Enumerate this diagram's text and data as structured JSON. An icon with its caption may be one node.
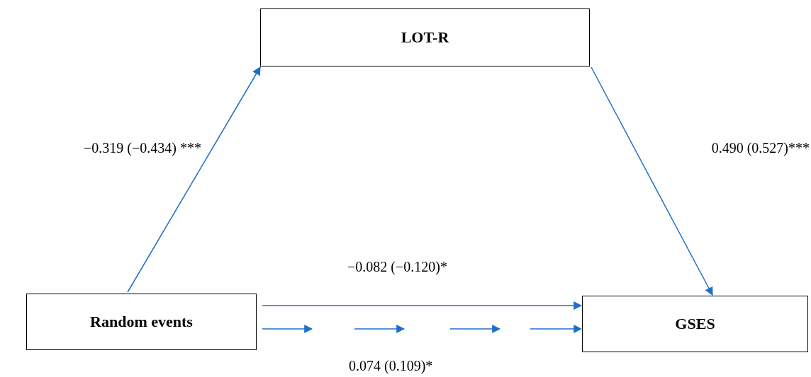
{
  "diagram": {
    "nodes": [
      {
        "text": [
          "LOT-R"
        ]
      },
      {
        "text": [
          "Random events"
        ]
      },
      {
        "text": [
          "GSES"
        ]
      }
    ],
    "edges": [
      {
        "from": 1,
        "to": 0,
        "arrow": "to",
        "label": "−0.319 (−0.434) ***"
      },
      {
        "from": 0,
        "to": 2,
        "arrow": "to",
        "label": "0.490 (0.527)***"
      },
      {
        "from": 1,
        "to": 2,
        "arrow": "to",
        "label": "−0.082 (−0.120)*"
      },
      {
        "from": 1,
        "to": 2,
        "arrow": "to",
        "label": "0.074 (0.109)*",
        "style": "dashed"
      }
    ]
  }
}
